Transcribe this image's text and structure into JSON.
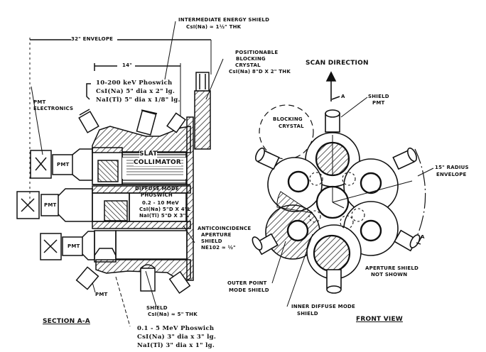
{
  "diagram": {
    "title_left": "SECTION A-A",
    "title_right": "FRONT VIEW",
    "colors": {
      "ink": "#111111",
      "paper": "#ffffff"
    },
    "section": {
      "envelope": "32\" ENVELOPE",
      "width14": "14\"",
      "intermediate_shield": {
        "line1": "INTERMEDIATE ENERGY SHIELD",
        "line2": "CsI(Na) ≈ 1½\" THK"
      },
      "blocking_crystal": {
        "line1": "POSITIONABLE",
        "line2": "BLOCKING",
        "line3": "CRYSTAL",
        "line4": "CsI(Na) 8\"D X 2\" THK"
      },
      "phoswich_low": {
        "line1": "10-200 keV Phoswich",
        "line2": "CsI(Na) 5\" dia x 2\" lg.",
        "line3": "NaI(Tl) 5\" dia x 1/8\" lg."
      },
      "pmt_electronics": {
        "line1": "PMT",
        "line2": "ELECTRONICS"
      },
      "slat_collimator": {
        "line1": "SLAT",
        "line2": "COLLIMATOR"
      },
      "pmt_labels": [
        "PMT",
        "PMT",
        "PMT"
      ],
      "pmt_bottom": "PMT",
      "diffuse_phoswich": {
        "line1": "DIFFUSE MODE",
        "line2": "PHOSWICH",
        "line3": "0.2 - 10 MeV",
        "line4": "CsI(Na) 5\"D X 4\"L",
        "line5": "NaI(Tl) 5\"D X 3\"L"
      },
      "anticoincidence": {
        "line1": "ANTICOINCIDENCE",
        "line2": "APERTURE",
        "line3": "SHIELD",
        "line4": "NE102 ≈ ½\""
      },
      "shield": {
        "line1": "SHIELD",
        "line2": "CsI(Na) ≈ 5\" THK"
      },
      "phoswich_high": {
        "line1": "0.1 - 5 MeV Phoswich",
        "line2": "CsI(Na) 3\" dia x 3\" lg.",
        "line3": "NaI(Tl) 3\" dia x 1\" lg."
      }
    },
    "front": {
      "scan_direction": "SCAN DIRECTION",
      "section_marker": "A",
      "shield_pmt": {
        "line1": "SHIELD",
        "line2": "PMT"
      },
      "blocking_crystal": {
        "line1": "BLOCKING",
        "line2": "CRYSTAL"
      },
      "radius_envelope": {
        "line1": "15\" RADIUS",
        "line2": "ENVELOPE"
      },
      "aperture_not_shown": {
        "line1": "APERTURE SHIELD",
        "line2": "NOT SHOWN"
      },
      "outer_point": {
        "line1": "OUTER POINT",
        "line2": "MODE SHIELD"
      },
      "inner_diffuse": {
        "line1": "INNER DIFFUSE MODE",
        "line2": "SHIELD"
      }
    }
  }
}
